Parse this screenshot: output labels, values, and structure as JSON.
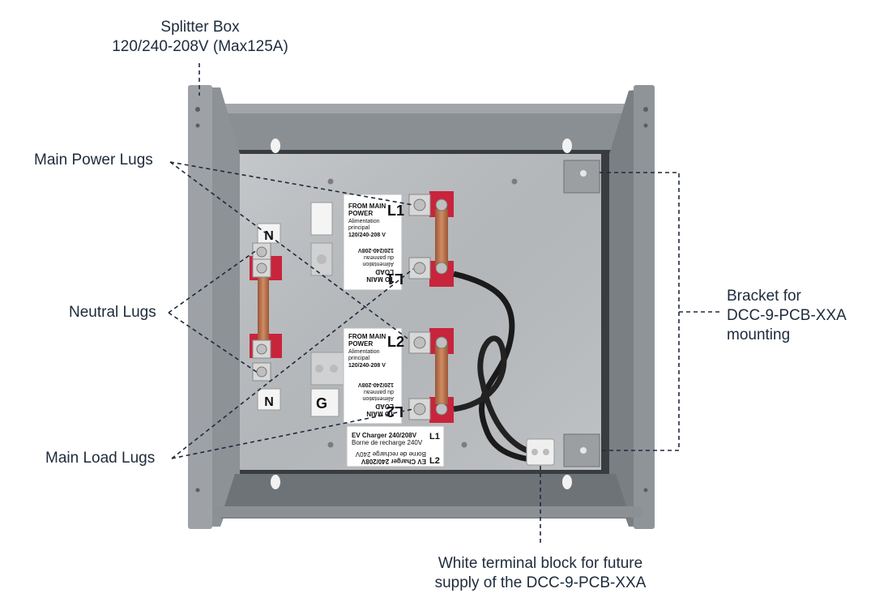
{
  "callouts": {
    "splitter_box": [
      "Splitter Box",
      "120/240-208V (Max125A)"
    ],
    "main_power_lugs": "Main Power Lugs",
    "neutral_lugs": "Neutral Lugs",
    "main_load_lugs": "Main Load Lugs",
    "bracket": [
      "Bracket for",
      "DCC-9-PCB-XXA",
      "mounting"
    ],
    "terminal_block": [
      "White terminal block for future",
      "supply of the DCC-9-PCB-XXA"
    ]
  },
  "panel_labels": {
    "l1_from": [
      "FROM MAIN",
      "POWER",
      "Alimentation",
      "principal",
      "120/240-208 V"
    ],
    "l1_to": [
      "TO MAIN",
      "LOAD",
      "Alimentation",
      "du panneau",
      "120/240-208V"
    ],
    "l2_from": [
      "FROM MAIN",
      "POWER",
      "Alimentation",
      "principal",
      "120/240-208 V"
    ],
    "l2_to": [
      "TO MAIN",
      "LOAD",
      "Alimentation",
      "du panneau",
      "120/240-208V"
    ],
    "ev": [
      "EV Charger 240/208V",
      "Borne de recharge 240V"
    ],
    "l1": "L1",
    "l2": "L2",
    "n": "N",
    "g": "G"
  },
  "colors": {
    "enclosure": "#7f8489",
    "enclosure_dark": "#5c6166",
    "backplate": "#b9bcbf",
    "insulator": "#c8243c",
    "copper": "#b86f48",
    "callout_line": "#1e2b3c"
  }
}
